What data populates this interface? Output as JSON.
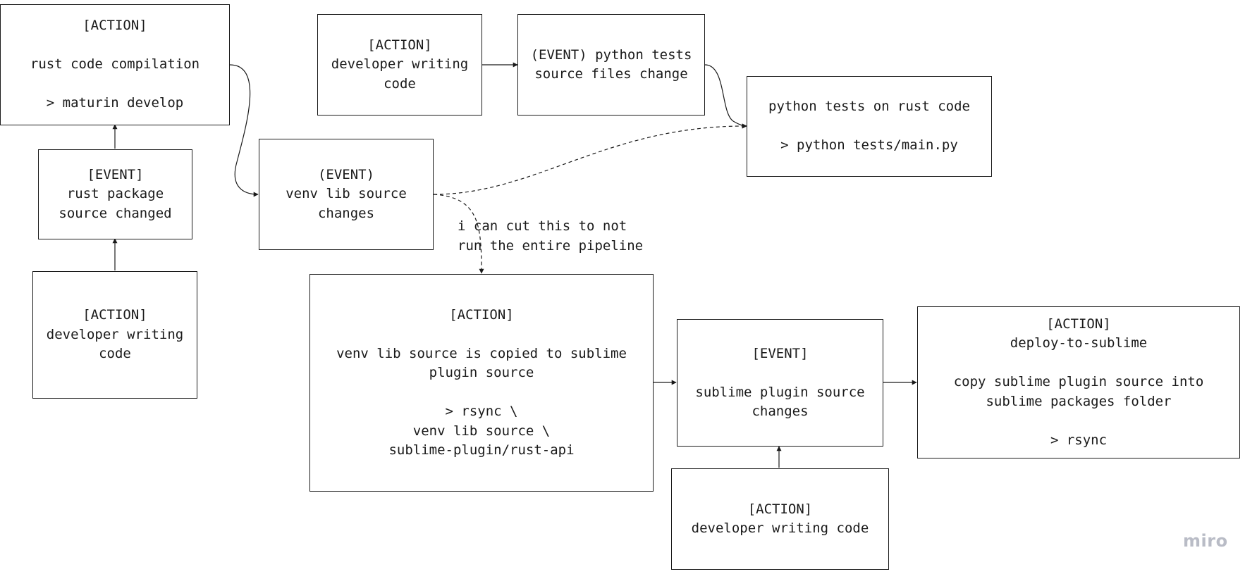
{
  "nodes": {
    "rust_compile": "[ACTION]\n\nrust code compilation\n\n> maturin develop",
    "rust_pkg_changed": "[EVENT]\nrust package\nsource changed",
    "dev_writing_left": "[ACTION]\ndeveloper writing\ncode",
    "dev_writing_top": "[ACTION]\ndeveloper writing\ncode",
    "py_tests_change": "(EVENT) python tests\nsource files change",
    "py_tests_run": "python tests on rust code\n\n> python tests/main.py",
    "venv_changes": "(EVENT)\nvenv lib source\nchanges",
    "venv_copy": "[ACTION]\n\nvenv lib source is copied to sublime\nplugin source\n\n> rsync \\\nvenv lib source \\\nsublime-plugin/rust-api",
    "sublime_changes": "[EVENT]\n\nsublime plugin source\nchanges",
    "deploy": "[ACTION]\ndeploy-to-sublime\n\ncopy sublime plugin source into\nsublime packages folder\n\n> rsync",
    "dev_writing_bottom": "[ACTION]\ndeveloper writing code"
  },
  "note": "i can cut this to not\nrun the entire pipeline",
  "brand": "miro",
  "colors": {
    "stroke": "#1a1a1a",
    "brand": "#b9bcc6"
  }
}
